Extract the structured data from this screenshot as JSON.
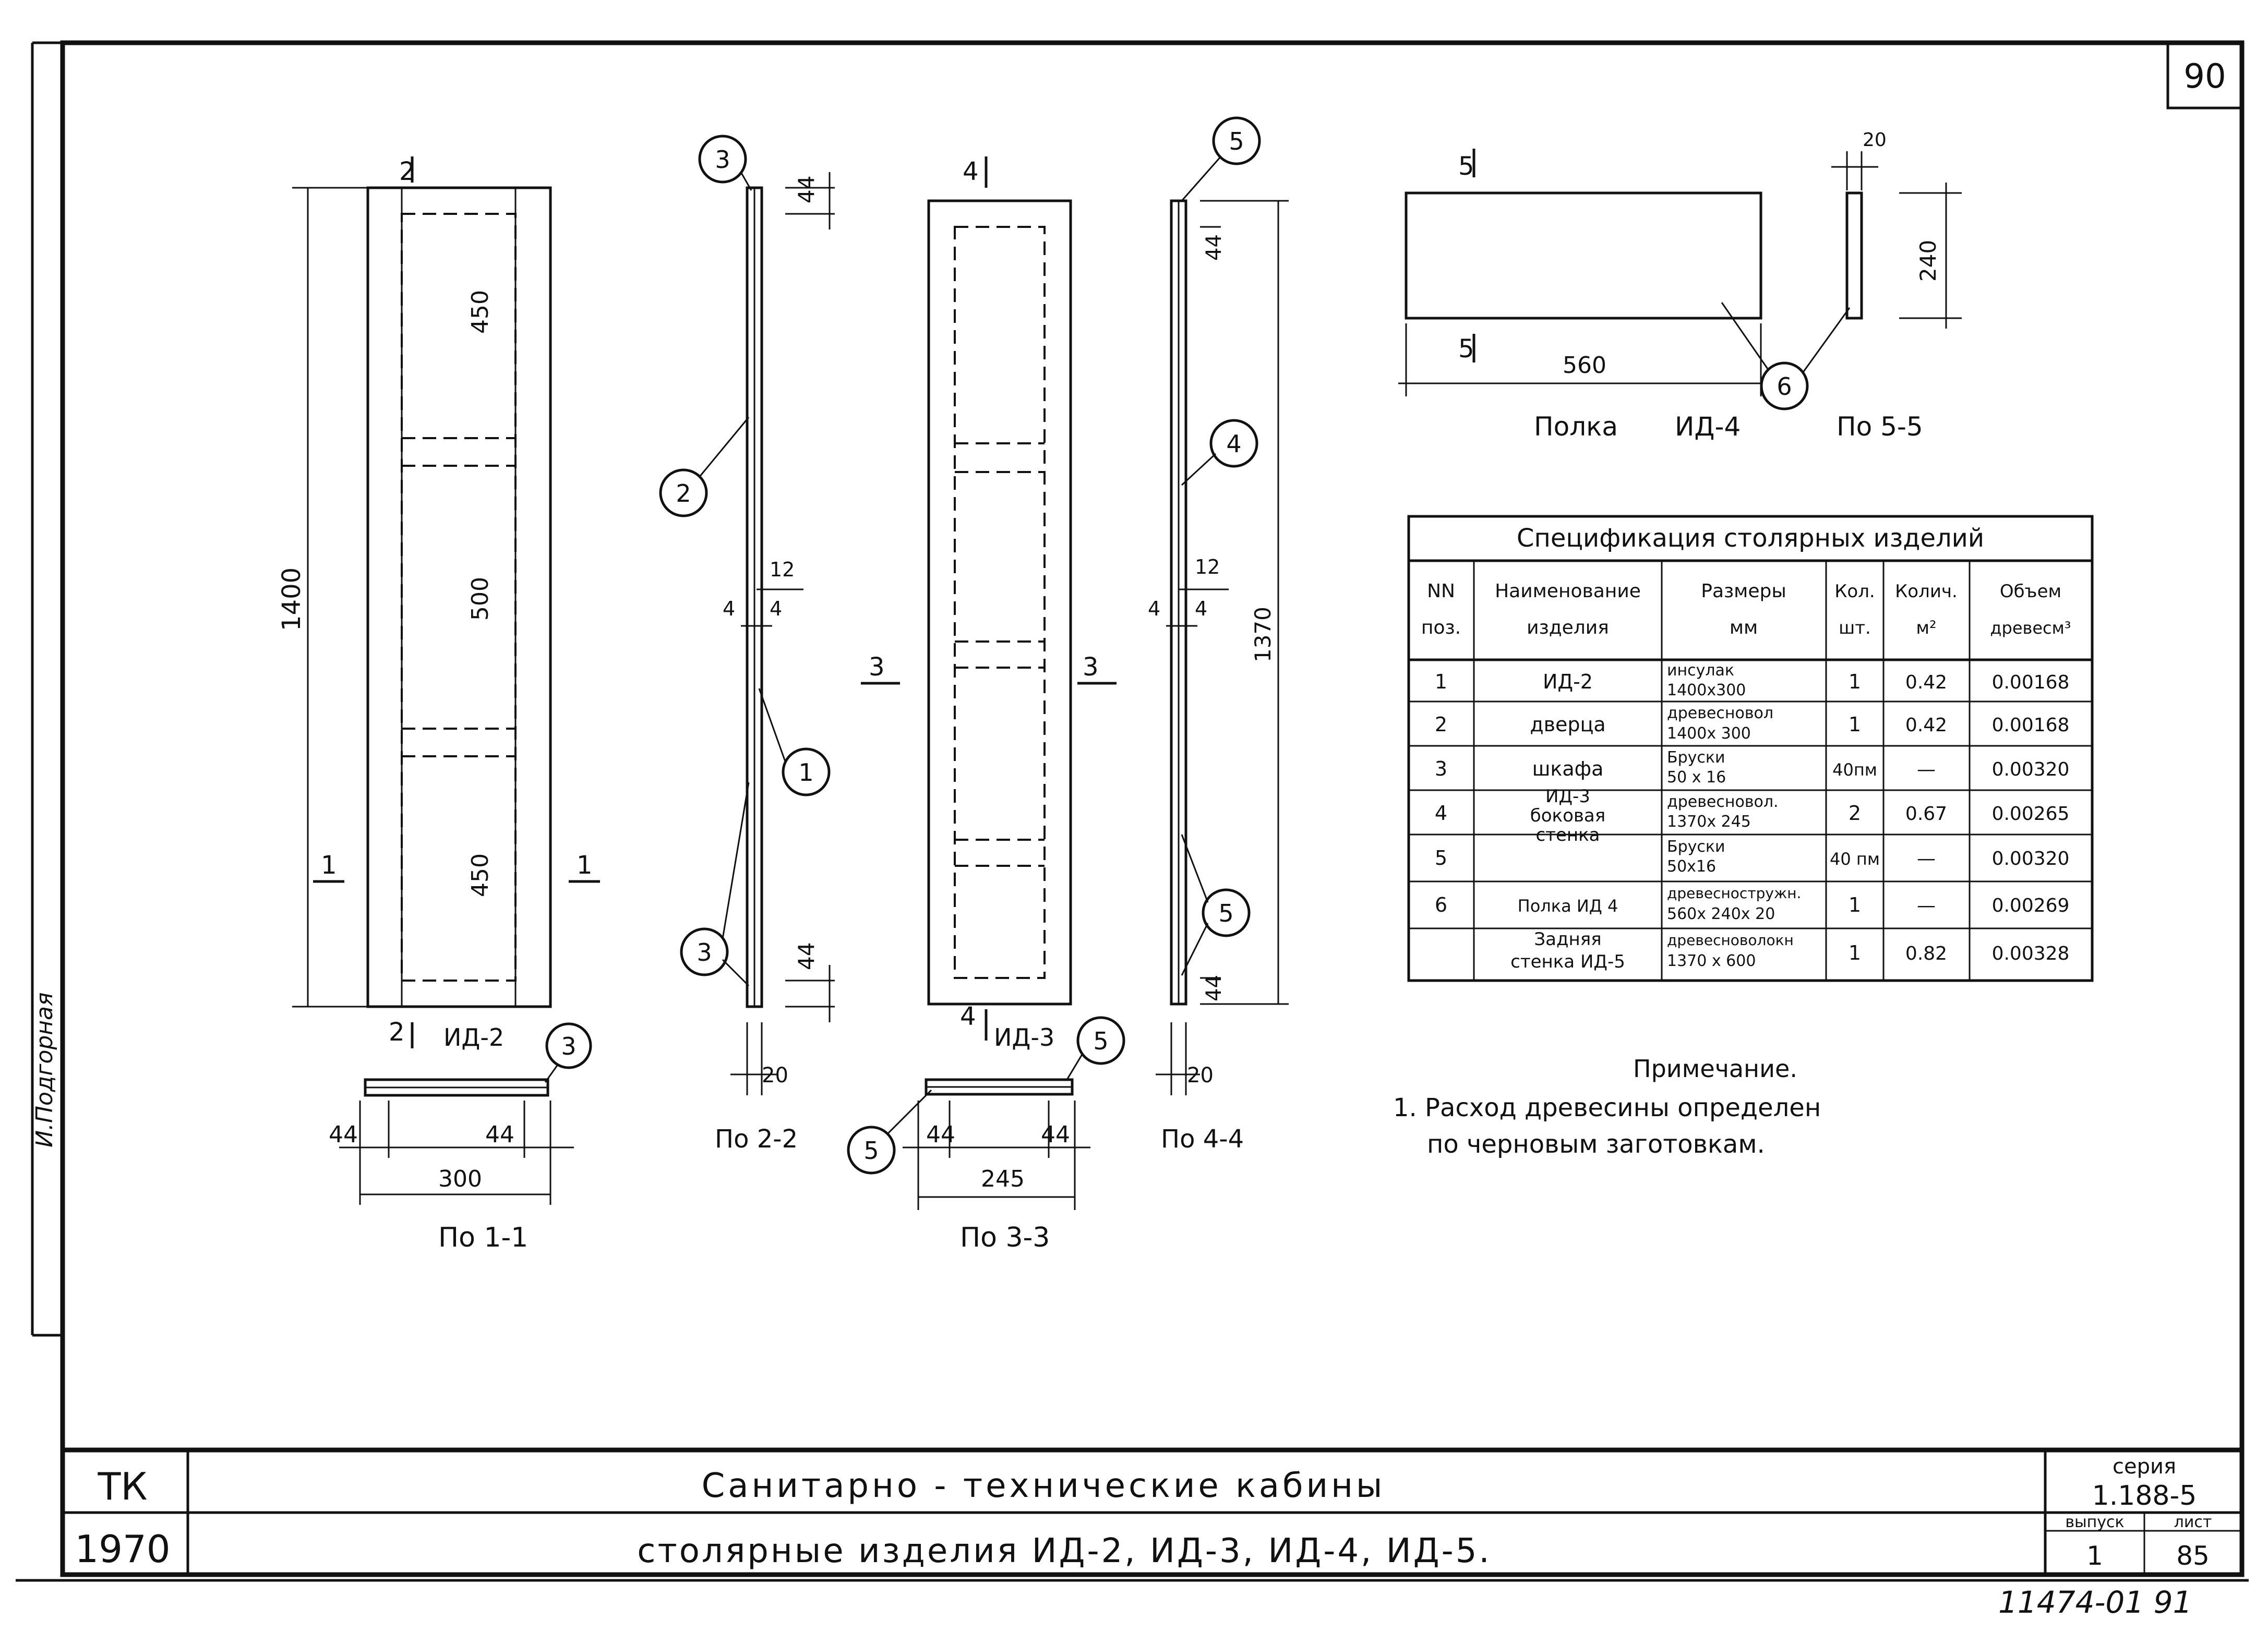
{
  "sheet_number": "90",
  "drawing_1": {
    "dim_height": "1400",
    "dim_top": "450",
    "dim_mid": "500",
    "dim_bottom": "450",
    "section_label_top": "2",
    "section_label_bottom": "2",
    "section_label_side": "1",
    "name": "ИД-2"
  },
  "section_1_1": {
    "dim_left": "44",
    "dim_right": "44",
    "dim_width": "300",
    "caption": "По 1-1",
    "callout": "3"
  },
  "section_2_2": {
    "dim_top": "44",
    "dim_bottom": "44",
    "dim_12": "12",
    "dim_4a": "4",
    "dim_4b": "4",
    "dim_thick": "20",
    "caption": "По 2-2",
    "callout_top": "3",
    "callout_2": "2",
    "callout_1": "1",
    "callout_bottom": "3"
  },
  "drawing_3": {
    "section_label_top": "4",
    "section_label_bottom": "4",
    "section_label_side": "3",
    "name": "ИД-3"
  },
  "section_3_3": {
    "dim_left": "44",
    "dim_right": "44",
    "dim_width": "245",
    "caption": "По 3-3",
    "callout_left": "5",
    "callout_right": "5"
  },
  "section_4_4": {
    "dim_top": "44",
    "dim_bottom": "44",
    "dim_12": "12",
    "dim_4a": "4",
    "dim_4b": "4",
    "dim_height": "1370",
    "dim_thick": "20",
    "caption": "По 4-4",
    "callout_top": "5",
    "callout_4": "4",
    "callout_bottom": "5"
  },
  "shelf": {
    "section_label_top": "5",
    "section_label_bottom": "5",
    "dim_width": "560",
    "dim_height": "240",
    "dim_thick": "20",
    "caption_name": "Полка",
    "caption_code": "ИД-4",
    "caption_section": "По 5-5",
    "callout": "6"
  },
  "spec_table": {
    "title": "Спецификация   столярных   изделий",
    "headers": [
      [
        "NN",
        "поз."
      ],
      [
        "Наименование",
        "изделия"
      ],
      [
        "Размеры",
        "мм"
      ],
      [
        "Кол.",
        "шт."
      ],
      [
        "Колич.",
        "м²"
      ],
      [
        "Объем",
        "древесм³"
      ]
    ],
    "rows": [
      {
        "pos": "1",
        "size1": "инсулак",
        "size2": "1400x300",
        "qty": "1",
        "area": "0.42",
        "vol": "0.00168"
      },
      {
        "pos": "2",
        "size1": "древесновол",
        "size2": "1400x 300",
        "qty": "1",
        "area": "0.42",
        "vol": "0.00168"
      },
      {
        "pos": "3",
        "size1": "Бруски",
        "size2": "50 x 16",
        "qty": "40пм",
        "area": "—",
        "vol": "0.00320"
      },
      {
        "pos": "4",
        "size1": "древесновол.",
        "size2": "1370x 245",
        "qty": "2",
        "area": "0.67",
        "vol": "0.00265"
      },
      {
        "pos": "5",
        "size1": "Бруски",
        "size2": "50x16",
        "qty": "40 пм",
        "area": "—",
        "vol": "0.00320"
      },
      {
        "pos": "6",
        "size1": "древесностружн.",
        "size2": "560x 240x 20",
        "qty": "1",
        "area": "—",
        "vol": "0.00269"
      },
      {
        "pos": "",
        "size1": "древесноволокн",
        "size2": "1370 x 600",
        "qty": "1",
        "area": "0.82",
        "vol": "0.00328"
      }
    ],
    "names": {
      "n1": "ИД-2",
      "n2": "дверца",
      "n3": "шкафа",
      "n4a": "ИД-3",
      "n4b": "боковая",
      "n4c": "стенка",
      "n6": "Полка ИД 4",
      "n7a": "Задняя",
      "n7b": "стенка ИД-5"
    }
  },
  "note": {
    "heading": "Примечание.",
    "line1": "1. Расход древесины  определен",
    "line2": "по черновым  заготовкам."
  },
  "title_block": {
    "org": "ТК",
    "year": "1970",
    "title_line1": "Санитарно - технические       кабины",
    "title_line2": "столярные   изделия   ИД-2, ИД-3, ИД-4, ИД-5.",
    "series_label": "серия",
    "series_value": "1.188-5",
    "issue_label": "выпуск",
    "issue_value": "1",
    "sheet_label": "лист",
    "sheet_value": "85"
  },
  "archive_number": "11474-01  91",
  "side_stamp": "И.Подгорная"
}
